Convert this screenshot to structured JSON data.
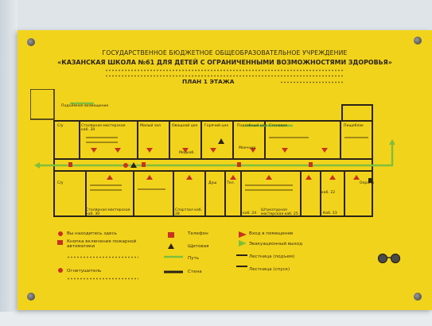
{
  "sign": {
    "header_line1": "ГОСУДАРСТВЕННОЕ БЮДЖЕТНОЕ ОБЩЕОБРАЗОВАТЕЛЬНОЕ УЧРЕЖДЕНИЕ",
    "header_line2": "«КАЗАНСКАЯ ШКОЛА №61 ДЛЯ ДЕТЕЙ С ОГРАНИЧЕННЫМИ ВОЗМОЖНОСТЯМИ ЗДОРОВЬЯ»",
    "plan_title": "ПЛАН 1 ЭТАЖА"
  },
  "rooms": {
    "ramp": "Подъёмное возмощение",
    "su_top": "С/у",
    "teachers_34": "Столярная мастерская каб. 34",
    "small_hall": "Малый зал",
    "vegetable_shop": "Овощной цех",
    "hot_shop": "Горячий цех",
    "prep": "Подсобный цех",
    "canteen": "Столовая",
    "laundry": "Пищеблок",
    "wash": "Моечная",
    "gardener": "Медкаб.",
    "su_bottom": "С/у",
    "carpentry_30": "Столярная мастерская каб. 30",
    "sport_28": "Спортзал каб. 28",
    "shower": "Душ",
    "toilet": "Тел.",
    "cab_24": "каб. 24",
    "carpentry_25": "Штукатурная мастерская каб. 25",
    "cab_23": "Каб. 23",
    "cab_22": "каб. 22",
    "guard": "Охрана"
  },
  "legend": {
    "you_are_here": "Вы находитесь здесь",
    "fire_button": "Кнопка включения пожарной автоматики",
    "extinguisher": "Огнетушитель",
    "phone": "Телефон",
    "panel": "Щитовая",
    "path": "Путь",
    "wall": "Стена",
    "entrance": "Вход в помещение",
    "evac_exit": "Эвакуационный выход",
    "stair_up": "Лестница (подъем)",
    "stair_down": "Лестница (спуск)"
  },
  "colors": {
    "board": "#f2d31c",
    "wall": "#2b2418",
    "marker": "#c8321e",
    "path": "#7fbf3a"
  }
}
